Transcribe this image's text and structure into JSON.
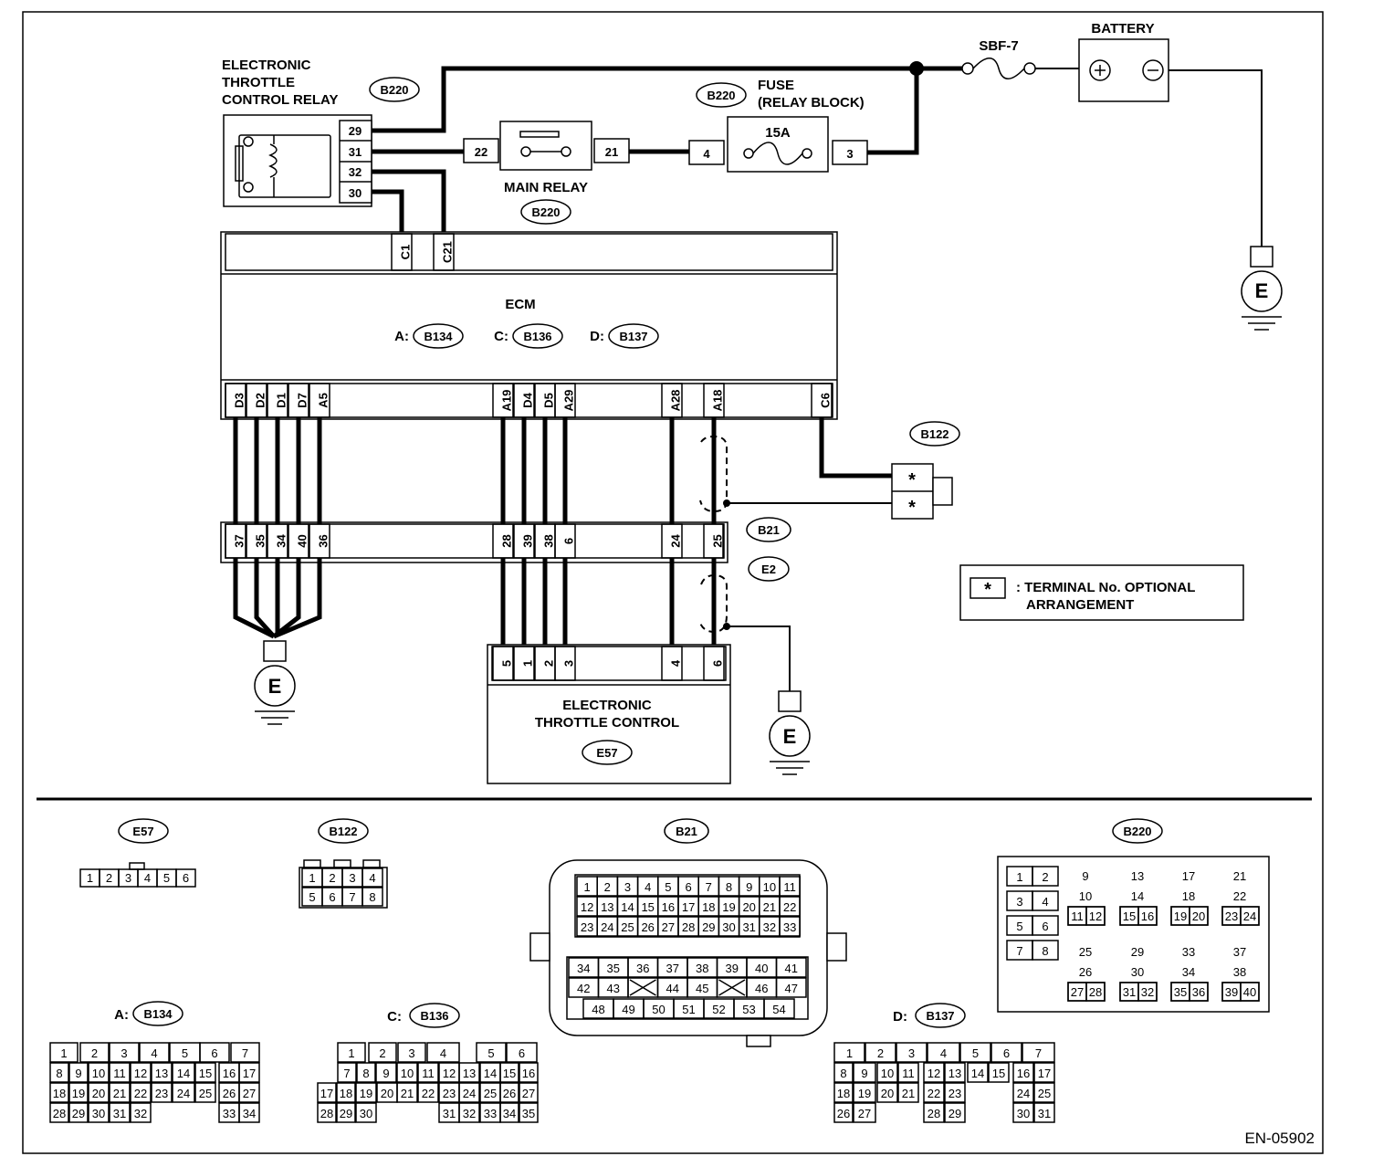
{
  "doc_id": "EN-05902",
  "labels": {
    "etc_relay": [
      "ELECTRONIC",
      "THROTTLE",
      "CONTROL RELAY"
    ],
    "fuse": [
      "FUSE",
      "(RELAY BLOCK)"
    ],
    "fuse_rating": "15A",
    "main_relay": "MAIN RELAY",
    "battery": "BATTERY",
    "sbf": "SBF-7",
    "ecm": "ECM",
    "etc": [
      "ELECTRONIC",
      "THROTTLE CONTROL"
    ],
    "ground": "E",
    "legend_symbol": "*",
    "legend_text": [
      ": TERMINAL No. OPTIONAL",
      "ARRANGEMENT"
    ],
    "ecm_conn_prefix": [
      "A:",
      "C:",
      "D:"
    ]
  },
  "connectors": {
    "b220": "B220",
    "b134": "B134",
    "b136": "B136",
    "b137": "B137",
    "b122": "B122",
    "b21": "B21",
    "e2": "E2",
    "e57": "E57"
  },
  "relay_pins": [
    "29",
    "31",
    "32",
    "30"
  ],
  "main_relay_pins": [
    "22",
    "21"
  ],
  "fuse_pins": [
    "4",
    "3"
  ],
  "ecm_top_pins": [
    "C1",
    "C21"
  ],
  "ecm_bottom_pins": [
    "D3",
    "D2",
    "D1",
    "D7",
    "A5",
    "A19",
    "D4",
    "D5",
    "A29",
    "A28",
    "A18",
    "C6"
  ],
  "b21_mid_pins": [
    "37",
    "35",
    "34",
    "40",
    "36",
    "28",
    "39",
    "38",
    "6",
    "24",
    "25"
  ],
  "etc_pins": [
    "5",
    "1",
    "2",
    "3",
    "4",
    "6"
  ],
  "b122_pins": [
    "*",
    "*"
  ],
  "face": {
    "e57": [
      "1",
      "2",
      "3",
      "4",
      "5",
      "6"
    ],
    "b122": [
      [
        "1",
        "2",
        "3",
        "4"
      ],
      [
        "5",
        "6",
        "7",
        "8"
      ]
    ],
    "b21": [
      [
        "1",
        "2",
        "3",
        "4",
        "5",
        "6",
        "7",
        "8",
        "9",
        "10",
        "11"
      ],
      [
        "12",
        "13",
        "14",
        "15",
        "16",
        "17",
        "18",
        "19",
        "20",
        "21",
        "22"
      ],
      [
        "23",
        "24",
        "25",
        "26",
        "27",
        "28",
        "29",
        "30",
        "31",
        "32",
        "33"
      ],
      [
        "34",
        "35",
        "36",
        "37",
        "38",
        "39",
        "40",
        "41"
      ],
      [
        "42",
        "43",
        "",
        "44",
        "45",
        "",
        "46",
        "47"
      ],
      [
        "48",
        "49",
        "50",
        "51",
        "52",
        "53",
        "54"
      ]
    ],
    "b220_pairs": [
      [
        "1",
        "2"
      ],
      [
        "3",
        "4"
      ],
      [
        "5",
        "6"
      ],
      [
        "7",
        "8"
      ]
    ],
    "b220_blocks": [
      [
        "9",
        "10",
        "11",
        "12"
      ],
      [
        "13",
        "14",
        "15",
        "16"
      ],
      [
        "17",
        "18",
        "19",
        "20"
      ],
      [
        "21",
        "22",
        "23",
        "24"
      ],
      [
        "25",
        "26",
        "27",
        "28"
      ],
      [
        "29",
        "30",
        "31",
        "32"
      ],
      [
        "33",
        "34",
        "35",
        "36"
      ],
      [
        "37",
        "38",
        "39",
        "40"
      ]
    ],
    "b134": [
      [
        "1",
        "2",
        "3",
        "4",
        "5",
        "6",
        "7"
      ],
      [
        "8",
        "9",
        "10",
        "11",
        "12",
        "13",
        "14",
        "15",
        "16",
        "17"
      ],
      [
        "18",
        "19",
        "20",
        "21",
        "22",
        "23",
        "24",
        "25",
        "26",
        "27"
      ],
      [
        "28",
        "29",
        "30",
        "31",
        "32",
        "33",
        "34"
      ]
    ],
    "b136": [
      [
        "1",
        "2",
        "3",
        "4",
        "5",
        "6"
      ],
      [
        "7",
        "8",
        "9",
        "10",
        "11",
        "12",
        "13",
        "14",
        "15",
        "16"
      ],
      [
        "17",
        "18",
        "19",
        "20",
        "21",
        "22",
        "23",
        "24",
        "25",
        "26",
        "27"
      ],
      [
        "28",
        "29",
        "30",
        "31",
        "32",
        "33",
        "34",
        "35"
      ]
    ],
    "b137": [
      [
        "1",
        "2",
        "3",
        "4",
        "5",
        "6",
        "7"
      ],
      [
        "8",
        "9",
        "10",
        "11",
        "12",
        "13",
        "14",
        "15",
        "16",
        "17"
      ],
      [
        "18",
        "19",
        "20",
        "21",
        "22",
        "23",
        "24",
        "25"
      ],
      [
        "26",
        "27",
        "28",
        "29",
        "30",
        "31"
      ]
    ]
  }
}
